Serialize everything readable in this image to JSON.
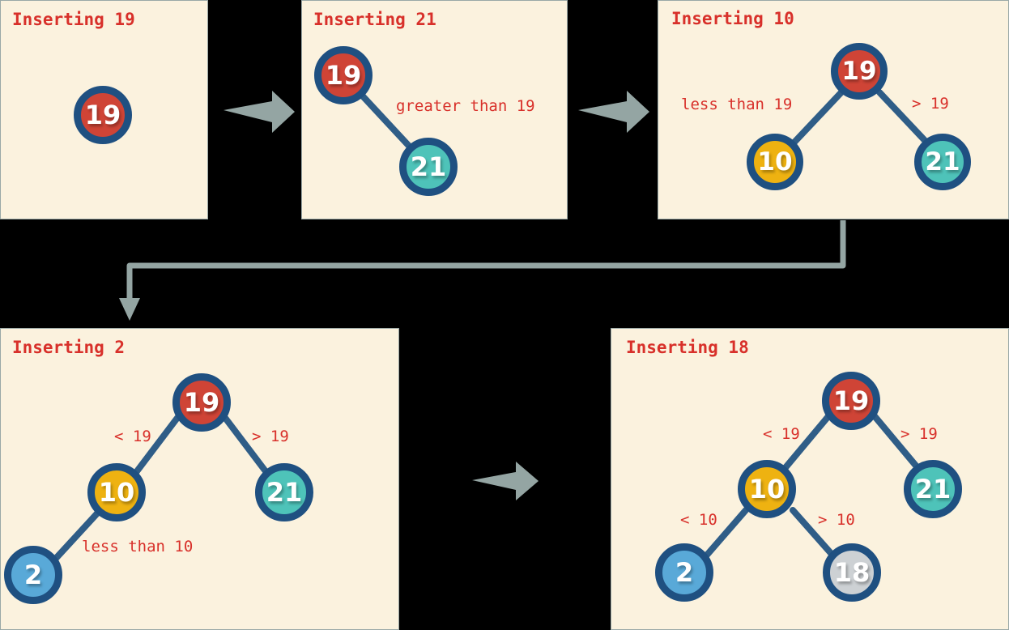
{
  "diagram": {
    "title_prefix": "Inserting",
    "background_color": "#000000",
    "panel_bg": "#fbf2de",
    "panel_border": "#9aa8a6",
    "label_color": "#d8302a",
    "edge_color": "#2f5d87",
    "arrow_color": "#94a5a3",
    "node_colors": {
      "19": "#cf4436",
      "21": "#4ec3b9",
      "10": "#eeb211",
      "2": "#59a9d8",
      "18": "#cdd1d4",
      "ring": "#1f5081"
    }
  },
  "panels": [
    {
      "id": "panel-insert-19",
      "title": "Inserting 19",
      "nodes": [
        {
          "value": "19",
          "color": "#cf4436"
        }
      ],
      "edge_labels": []
    },
    {
      "id": "panel-insert-21",
      "title": "Inserting 21",
      "nodes": [
        {
          "value": "19",
          "color": "#cf4436"
        },
        {
          "value": "21",
          "color": "#4ec3b9"
        }
      ],
      "edge_labels": [
        {
          "text": "greater than 19"
        }
      ]
    },
    {
      "id": "panel-insert-10",
      "title": "Inserting 10",
      "nodes": [
        {
          "value": "19",
          "color": "#cf4436"
        },
        {
          "value": "10",
          "color": "#eeb211"
        },
        {
          "value": "21",
          "color": "#4ec3b9"
        }
      ],
      "edge_labels": [
        {
          "text": "less than 19"
        },
        {
          "text": "> 19"
        }
      ]
    },
    {
      "id": "panel-insert-2",
      "title": "Inserting 2",
      "nodes": [
        {
          "value": "19",
          "color": "#cf4436"
        },
        {
          "value": "10",
          "color": "#eeb211"
        },
        {
          "value": "21",
          "color": "#4ec3b9"
        },
        {
          "value": "2",
          "color": "#59a9d8"
        }
      ],
      "edge_labels": [
        {
          "text": "< 19"
        },
        {
          "text": "> 19"
        },
        {
          "text": "less than 10"
        }
      ]
    },
    {
      "id": "panel-insert-18",
      "title": "Inserting 18",
      "nodes": [
        {
          "value": "19",
          "color": "#cf4436"
        },
        {
          "value": "10",
          "color": "#eeb211"
        },
        {
          "value": "21",
          "color": "#4ec3b9"
        },
        {
          "value": "2",
          "color": "#59a9d8"
        },
        {
          "value": "18",
          "color": "#cdd1d4"
        }
      ],
      "edge_labels": [
        {
          "text": "< 19"
        },
        {
          "text": "> 19"
        },
        {
          "text": "< 10"
        },
        {
          "text": "> 10"
        }
      ]
    }
  ],
  "p1": {
    "title": "Inserting 19",
    "n19": "19"
  },
  "p2": {
    "title": "Inserting 21",
    "n19": "19",
    "n21": "21",
    "lbl_gt19": "greater than 19"
  },
  "p3": {
    "title": "Inserting 10",
    "n19": "19",
    "n10": "10",
    "n21": "21",
    "lbl_lt19": "less than 19",
    "lbl_gt19": "> 19"
  },
  "p4": {
    "title": "Inserting 2",
    "n19": "19",
    "n10": "10",
    "n21": "21",
    "n2": "2",
    "lbl_lt19": "< 19",
    "lbl_gt19": "> 19",
    "lbl_lt10": "less than 10"
  },
  "p5": {
    "title": "Inserting 18",
    "n19": "19",
    "n10": "10",
    "n21": "21",
    "n2": "2",
    "n18": "18",
    "lbl_lt19": "< 19",
    "lbl_gt19": "> 19",
    "lbl_lt10": "< 10",
    "lbl_gt10": "> 10"
  }
}
